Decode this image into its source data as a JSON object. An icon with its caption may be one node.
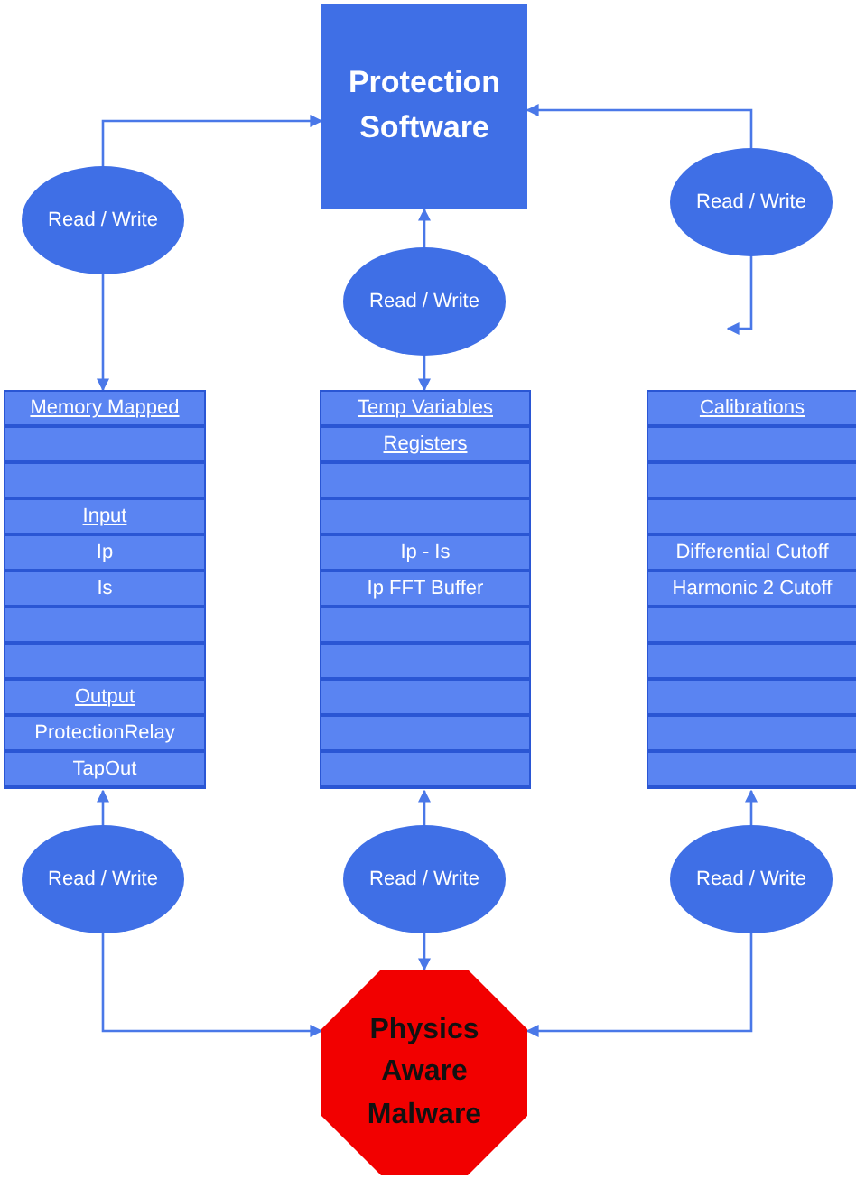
{
  "diagram": {
    "nodes": [
      {
        "text": [
          "Protection Software"
        ]
      },
      {
        "text": [
          "Read / Write"
        ]
      },
      {
        "text": [
          "Read / Write"
        ]
      },
      {
        "text": [
          "Read / Write"
        ]
      },
      {
        "text": [],
        "shape": "box"
      },
      {
        "text": [
          "Memory Mapped"
        ],
        "in": 4
      },
      {
        "text": [],
        "shape": "box",
        "in": 4
      },
      {
        "text": [],
        "shape": "box",
        "in": 4
      },
      {
        "text": [
          "Input"
        ],
        "in": 4
      },
      {
        "text": [
          "Ip"
        ],
        "in": 4
      },
      {
        "text": [
          "Is"
        ],
        "in": 4
      },
      {
        "text": [],
        "shape": "box",
        "in": 4
      },
      {
        "text": [],
        "shape": "box",
        "in": 4
      },
      {
        "text": [
          "Output"
        ],
        "in": 4
      },
      {
        "text": [
          "ProtectionRelay"
        ],
        "in": 4
      },
      {
        "text": [
          "TapOut"
        ],
        "in": 4
      },
      {
        "text": [],
        "shape": "box"
      },
      {
        "text": [
          "Temp Variables"
        ],
        "in": 16
      },
      {
        "text": [
          "Registers"
        ],
        "in": 16
      },
      {
        "text": [],
        "shape": "box",
        "in": 16
      },
      {
        "text": [],
        "shape": "box",
        "in": 16
      },
      {
        "text": [
          "Ip - Is"
        ],
        "in": 16
      },
      {
        "text": [
          "Ip FFT Buffer"
        ],
        "in": 16
      },
      {
        "text": [],
        "shape": "box",
        "in": 16
      },
      {
        "text": [],
        "shape": "box",
        "in": 16
      },
      {
        "text": [],
        "shape": "box",
        "in": 16
      },
      {
        "text": [],
        "shape": "box",
        "in": 16
      },
      {
        "text": [],
        "shape": "box",
        "in": 16
      },
      {
        "text": [],
        "shape": "box"
      },
      {
        "text": [
          "Calibrations"
        ],
        "in": 28
      },
      {
        "text": [],
        "shape": "box",
        "in": 28
      },
      {
        "text": [],
        "shape": "box",
        "in": 28
      },
      {
        "text": [],
        "shape": "box",
        "in": 28
      },
      {
        "text": [
          "Differential Cutoff"
        ],
        "in": 28
      },
      {
        "text": [
          "Harmonic 2 Cutoff"
        ],
        "in": 28
      },
      {
        "text": [],
        "shape": "box",
        "in": 28
      },
      {
        "text": [],
        "shape": "box",
        "in": 28
      },
      {
        "text": [],
        "shape": "box",
        "in": 28
      },
      {
        "text": [],
        "shape": "box",
        "in": 28
      },
      {
        "text": [],
        "shape": "box",
        "in": 28
      },
      {
        "text": [
          "Read / Write"
        ]
      },
      {
        "text": [
          "Read / Write"
        ]
      },
      {
        "text": [
          "Read / Write"
        ]
      },
      {
        "text": [
          "Physics Aware Malware"
        ]
      }
    ],
    "edges": [
      {
        "from": 1,
        "to": 0,
        "arrow": "to"
      },
      {
        "from": 1,
        "to": 4,
        "arrow": "to"
      },
      {
        "from": 2,
        "to": 0,
        "arrow": "to"
      },
      {
        "from": 2,
        "to": 16,
        "arrow": "to"
      },
      {
        "from": 3,
        "to": 0,
        "arrow": "to"
      },
      {
        "from": 3,
        "to": null,
        "arrow": "to"
      },
      {
        "from": 40,
        "to": 4,
        "arrow": "to"
      },
      {
        "from": 41,
        "to": 16,
        "arrow": "to"
      },
      {
        "from": 42,
        "to": 28,
        "arrow": "to"
      },
      {
        "from": 40,
        "to": 43,
        "arrow": "to"
      },
      {
        "from": 41,
        "to": 43,
        "arrow": "to"
      },
      {
        "from": 42,
        "to": 43,
        "arrow": "to"
      }
    ]
  }
}
